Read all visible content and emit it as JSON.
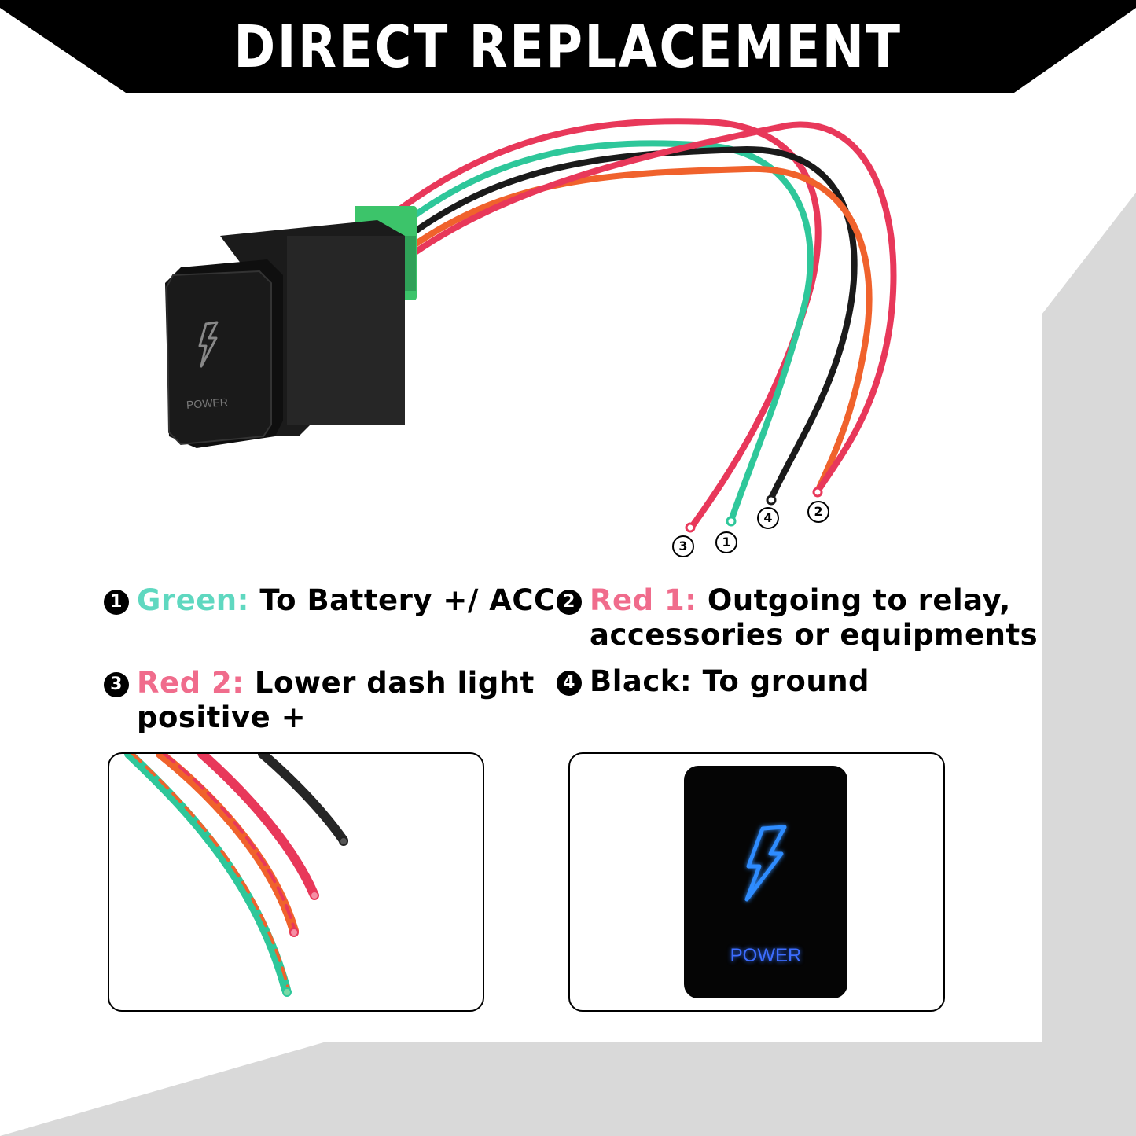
{
  "banner": {
    "title": "DIRECT REPLACEMENT"
  },
  "switch": {
    "face_label": "POWER",
    "icon": "lightning-bolt-icon"
  },
  "wire_tags": [
    "3",
    "1",
    "4",
    "2"
  ],
  "legend": [
    {
      "num": "1",
      "name": "Green:",
      "color": "#5fd8c0",
      "text": "To Battery +/ ACC",
      "text_cont": ""
    },
    {
      "num": "2",
      "name": "Red 1:",
      "color": "#f06c8c",
      "text": "Outgoing to relay,",
      "text_cont": "accessories or equipments"
    },
    {
      "num": "3",
      "name": "Red 2:",
      "color": "#f06c8c",
      "text": "Lower dash light",
      "text_cont": "positive +"
    },
    {
      "num": "4",
      "name": "Black:",
      "color": "#000000",
      "text": "To ground",
      "text_cont": ""
    }
  ],
  "lit_panel": {
    "label": "POWER",
    "glow_color": "#2f6cff"
  },
  "colors": {
    "wire_red": "#e8385a",
    "wire_orange": "#f0622c",
    "wire_green": "#2ec79a",
    "wire_black": "#1a1a1a",
    "connector_green": "#3cc46a",
    "banner_bg": "#000000",
    "bg_gray": "#d9d9d9"
  }
}
